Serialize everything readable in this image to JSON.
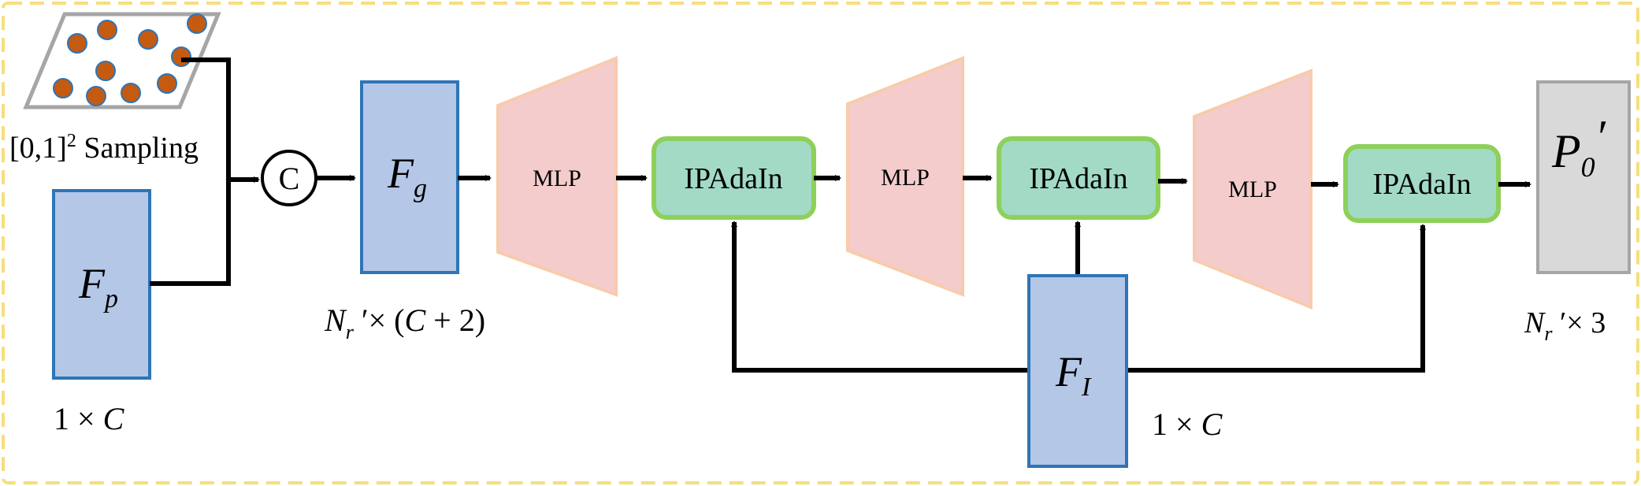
{
  "colors": {
    "frame": "#F7DE7C",
    "feature_fill": "#B4C7E7",
    "feature_stroke": "#2E75B6",
    "mlp_fill": "#F4CCCC",
    "mlp_stroke": "#F8CBAD",
    "ipadain_fill": "#A2DAC6",
    "ipadain_stroke": "#8DD05A",
    "output_fill": "#D9D9D9",
    "output_stroke": "#A6A6A6",
    "dot_fill": "#C55A11",
    "dot_stroke": "#2E75B6",
    "arrow": "#000000"
  },
  "sampling": {
    "label_prefix": "[0,1]",
    "label_sup": "2",
    "label_suffix": " Sampling"
  },
  "concat": {
    "symbol": "C"
  },
  "Fp": {
    "base": "F",
    "sub": "p",
    "dim_left": "1 × ",
    "dim_right": "C"
  },
  "Fg": {
    "base": "F",
    "sub": "g",
    "dim_N": "N",
    "dim_r": "r",
    "dim_rest": " ′× (",
    "dim_C": "C",
    "dim_end": " + 2)"
  },
  "mlp_labels": [
    "MLP",
    "MLP",
    "MLP"
  ],
  "ipadain_labels": [
    "IPAdaIn",
    "IPAdaIn",
    "IPAdaIn"
  ],
  "FI": {
    "base": "F",
    "sub": "I",
    "dim_left": "1 × ",
    "dim_right": "C"
  },
  "output": {
    "base": "P",
    "sub": "0",
    "prime": "′",
    "dim_N": "N",
    "dim_r": "r",
    "dim_rest": " ′× 3"
  }
}
